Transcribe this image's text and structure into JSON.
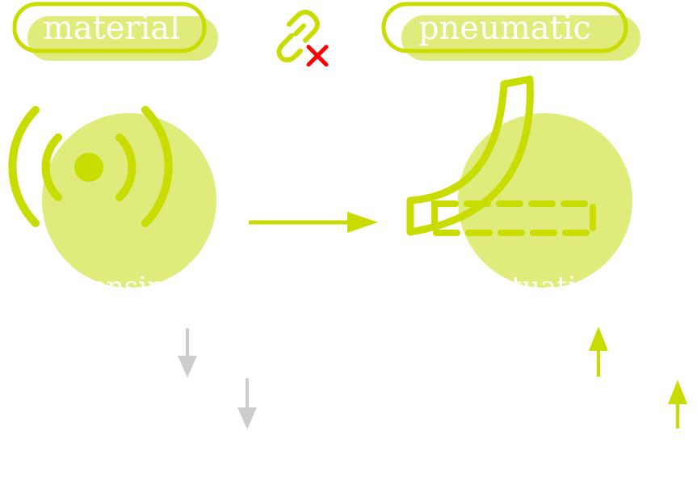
{
  "tags": {
    "left": "material",
    "right": "pneumatic"
  },
  "captions": {
    "left": "sensing",
    "right": "actuation"
  },
  "icons": {
    "link": "broken-link-icon",
    "sensor": "signal-waves-icon",
    "actuator": "bending-actuator-icon",
    "flow_arrow": "arrow-right-icon",
    "down_arrows": "arrow-down-icon",
    "up_arrows": "arrow-up-icon"
  },
  "colors": {
    "accent": "#c8dc00",
    "accent_light": "#dfec7c",
    "error": "#ff0000",
    "muted": "#cccccc"
  }
}
